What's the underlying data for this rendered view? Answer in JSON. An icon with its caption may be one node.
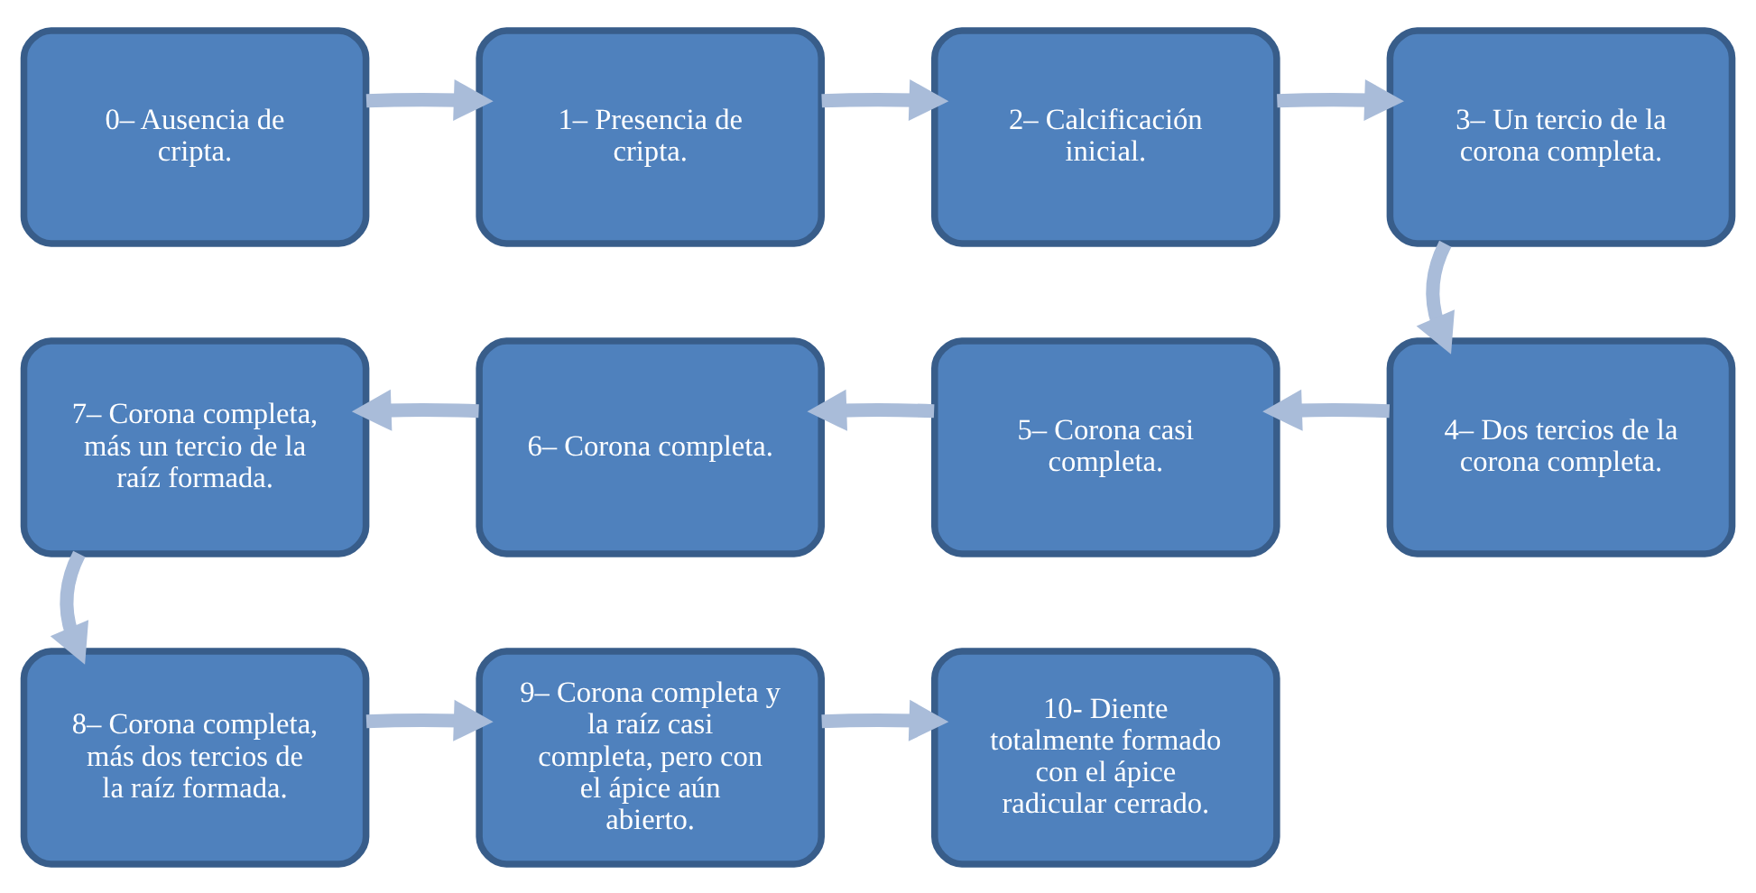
{
  "diagram": {
    "nodes": [
      {
        "text": [
          "0– Ausencia de cripta."
        ]
      },
      {
        "text": [
          "1– Presencia de cripta."
        ]
      },
      {
        "text": [
          "2– Calcificación inicial."
        ]
      },
      {
        "text": [
          "3– Un tercio de la corona completa."
        ]
      },
      {
        "text": [
          "4– Dos tercios de la corona completa."
        ]
      },
      {
        "text": [
          "5– Corona casi completa."
        ]
      },
      {
        "text": [
          "6– Corona completa."
        ]
      },
      {
        "text": [
          "7– Corona completa, más un tercio de la raíz formada."
        ]
      },
      {
        "text": [
          "8– Corona completa, más dos tercios de la raíz formada."
        ]
      },
      {
        "text": [
          "9– Corona completa y la raíz casi completa, pero con el ápice aún abierto."
        ]
      },
      {
        "text": [
          "10- Diente totalmente formado con el ápice radicular cerrado."
        ]
      }
    ],
    "edges": [
      {
        "from": 0,
        "to": 1,
        "arrow": "to"
      },
      {
        "from": 1,
        "to": 2,
        "arrow": "to"
      },
      {
        "from": 2,
        "to": 3,
        "arrow": "to"
      },
      {
        "from": 3,
        "to": 4,
        "arrow": "to"
      },
      {
        "from": 4,
        "to": 5,
        "arrow": "to"
      },
      {
        "from": 5,
        "to": 6,
        "arrow": "to"
      },
      {
        "from": 6,
        "to": 7,
        "arrow": "to"
      },
      {
        "from": 7,
        "to": 8,
        "arrow": "to"
      },
      {
        "from": 8,
        "to": 9,
        "arrow": "to"
      },
      {
        "from": 9,
        "to": 10,
        "arrow": "to"
      }
    ]
  }
}
